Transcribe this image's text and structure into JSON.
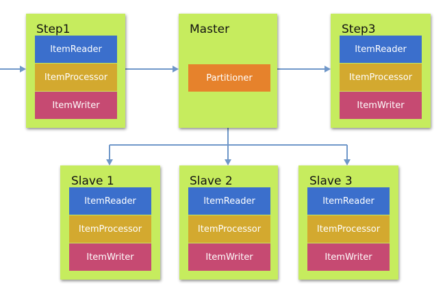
{
  "diagram": {
    "step1": {
      "title": "Step1",
      "reader": "ItemReader",
      "processor": "ItemProcessor",
      "writer": "ItemWriter"
    },
    "master": {
      "title": "Master",
      "partitioner": "Partitioner"
    },
    "step3": {
      "title": "Step3",
      "reader": "ItemReader",
      "processor": "ItemProcessor",
      "writer": "ItemWriter"
    },
    "slave1": {
      "title": "Slave 1",
      "reader": "ItemReader",
      "processor": "ItemProcessor",
      "writer": "ItemWriter"
    },
    "slave2": {
      "title": "Slave 2",
      "reader": "ItemReader",
      "processor": "ItemProcessor",
      "writer": "ItemWriter"
    },
    "slave3": {
      "title": "Slave 3",
      "reader": "ItemReader",
      "processor": "ItemProcessor",
      "writer": "ItemWriter"
    }
  },
  "colors": {
    "step_background": "#c6ec5e",
    "reader": "#3b6fcc",
    "processor": "#d3a92f",
    "writer": "#c64a72",
    "partitioner": "#e6822c",
    "connector": "#6f97c9"
  }
}
